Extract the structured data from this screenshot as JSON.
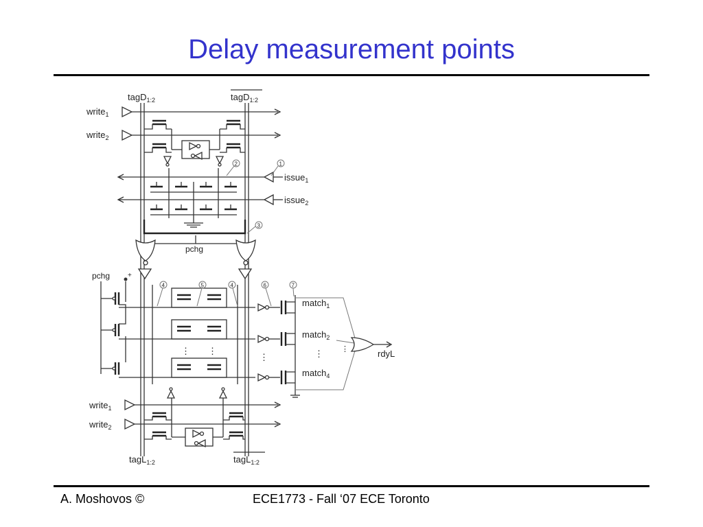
{
  "slide": {
    "title": "Delay measurement points",
    "footer_left": "A. Moshovos ©",
    "footer_center": "ECE1773 - Fall ‘07 ECE Toronto"
  },
  "diagram": {
    "bus_top_left": "tagD",
    "bus_top_left_sub": "1:2",
    "bus_top_right": "tagD",
    "bus_top_right_sub": "1:2",
    "bus_bottom_left": "tagL",
    "bus_bottom_left_sub": "1:2",
    "bus_bottom_right": "tagL",
    "bus_bottom_right_sub": "1:2",
    "write1": "write",
    "write1_sub": "1",
    "write2": "write",
    "write2_sub": "2",
    "issue1": "issue",
    "issue1_sub": "1",
    "issue2": "issue",
    "issue2_sub": "2",
    "pchg_center": "pchg",
    "pchg_left": "pchg",
    "match1": "match",
    "match1_sub": "1",
    "match2": "match",
    "match2_sub": "2",
    "match4": "match",
    "match4_sub": "4",
    "output": "rdyL",
    "vdd": "+",
    "dots": "⋮",
    "callouts": [
      "1",
      "2",
      "3",
      "4",
      "5",
      "4",
      "6",
      "7"
    ]
  }
}
